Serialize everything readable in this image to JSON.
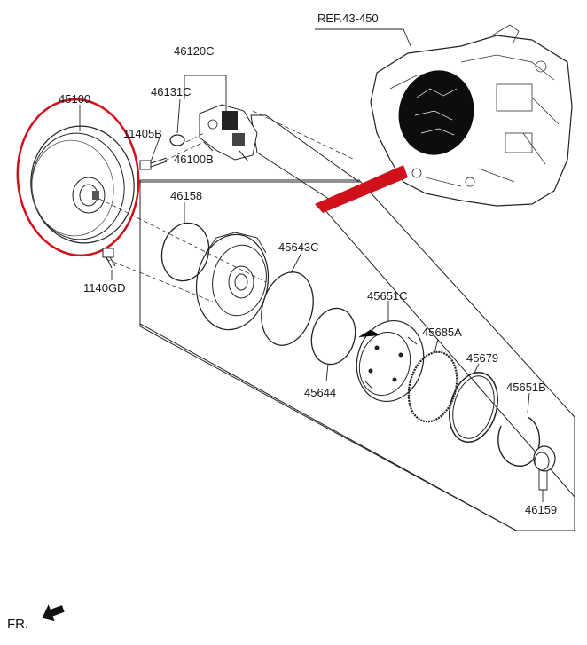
{
  "labels": {
    "ref": "REF.43-450",
    "p46120C": "46120C",
    "p46131C": "46131C",
    "p45100": "45100",
    "p11405B": "11405B",
    "p46100B": "46100B",
    "p46158": "46158",
    "p1140GD": "1140GD",
    "p45643C": "45643C",
    "p45651C": "45651C",
    "p45685A": "45685A",
    "p45644": "45644",
    "p45679": "45679",
    "p45651B": "45651B",
    "p46159": "46159"
  },
  "direction": {
    "label": "FR."
  },
  "colors": {
    "highlight": "#d0101a",
    "line": "#222222"
  },
  "icons": {
    "front_arrow": "arrow-left-icon"
  }
}
